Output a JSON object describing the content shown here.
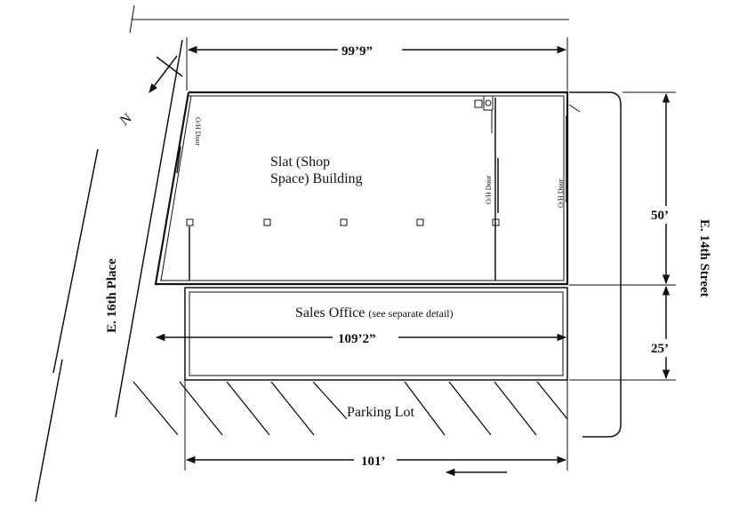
{
  "labels": {
    "building": [
      "Slat (Shop",
      "Space) Building"
    ],
    "sales_office": "Sales Office",
    "sales_office_note": "(see separate detail)",
    "parking": "Parking Lot",
    "street_left": "E. 16th Place",
    "street_right": "E. 14th Street",
    "north": "N",
    "oh_door": "O/H Door"
  },
  "dimensions": {
    "top_width": "99’9”",
    "office_width": "109’2”",
    "parking_width": "101’",
    "building_depth": "50’",
    "office_depth": "25’"
  }
}
